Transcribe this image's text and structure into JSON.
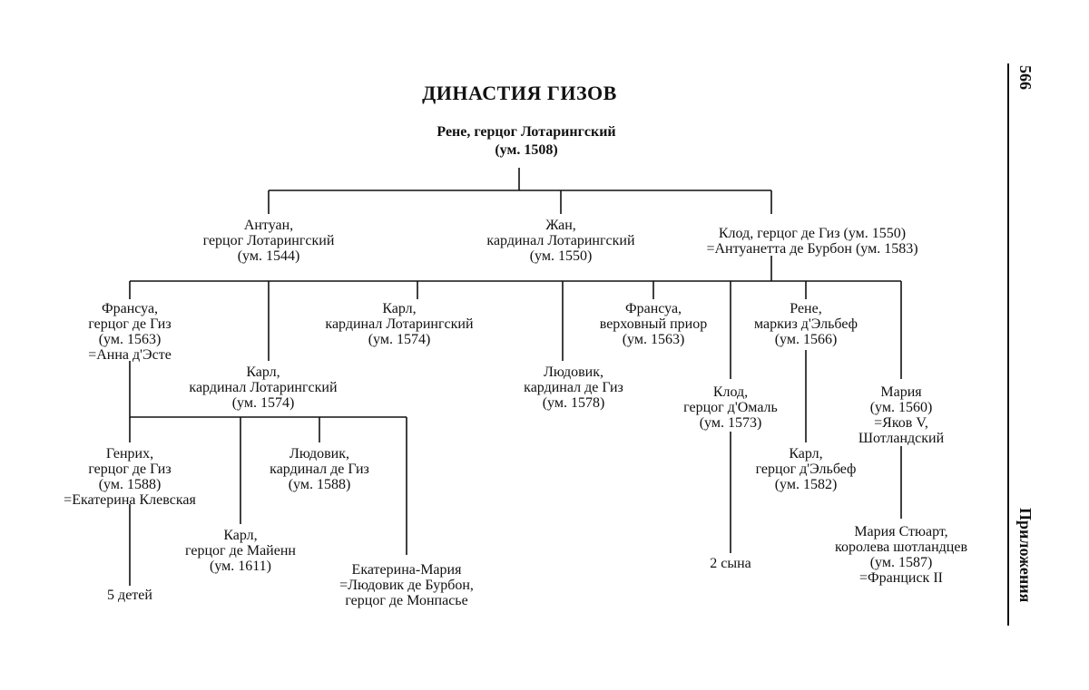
{
  "header": {
    "title": "ДИНАСТИЯ ГИЗОВ",
    "page_number": "566",
    "section": "Приложения"
  },
  "nodes": {
    "rene": [
      "Рене, герцог Лотарингский",
      "(ум. 1508)"
    ],
    "antuan": [
      "Антуан,",
      "герцог Лотарингский",
      "(ум. 1544)"
    ],
    "zhan": [
      "Жан,",
      "кардинал Лотарингский",
      "(ум. 1550)"
    ],
    "klod": [
      "Клод, герцог де Гиз (ум. 1550)",
      "=Антуанетта де Бурбон (ум. 1583)"
    ],
    "fransua": [
      "Франсуа,",
      "герцог де Гиз",
      "(ум. 1563)",
      "=Анна д'Эсте"
    ],
    "karl1": [
      "Карл,",
      "кардинал Лотарингский",
      "(ум. 1574)"
    ],
    "karl2": [
      "Карл,",
      "кардинал Лотарингский",
      "(ум. 1574)"
    ],
    "lyudovik1": [
      "Людовик,",
      "кардинал де Гиз",
      "(ум. 1578)"
    ],
    "fransua_prior": [
      "Франсуа,",
      "верховный приор",
      "(ум. 1563)"
    ],
    "klod_omal": [
      "Клод,",
      "герцог д'Омаль",
      "(ум. 1573)"
    ],
    "rene_elbef": [
      "Рене,",
      "маркиз д'Эльбеф",
      "(ум. 1566)"
    ],
    "mariya": [
      "Мария",
      "(ум. 1560)",
      "=Яков V,",
      "Шотландский"
    ],
    "genrikh": [
      "Генрих,",
      "герцог де Гиз",
      "(ум. 1588)",
      "=Екатерина Клевская"
    ],
    "lyudovik2": [
      "Людовик,",
      "кардинал де Гиз",
      "(ум. 1588)"
    ],
    "karl_maienn": [
      "Карл,",
      "герцог де Майенн",
      "(ум. 1611)"
    ],
    "ekaterina_mariya": [
      "Екатерина-Мария",
      "=Людовик де Бурбон,",
      "герцог де Монпасье"
    ],
    "karl_elbef": [
      "Карл,",
      "герцог д'Эльбеф",
      "(ум. 1582)"
    ],
    "mariya_stuart": [
      "Мария Стюарт,",
      "королева шотландцев",
      "(ум. 1587)",
      "=Франциск II"
    ],
    "pyat_detei": [
      "5 детей"
    ],
    "dva_syna": [
      "2 сына"
    ]
  }
}
